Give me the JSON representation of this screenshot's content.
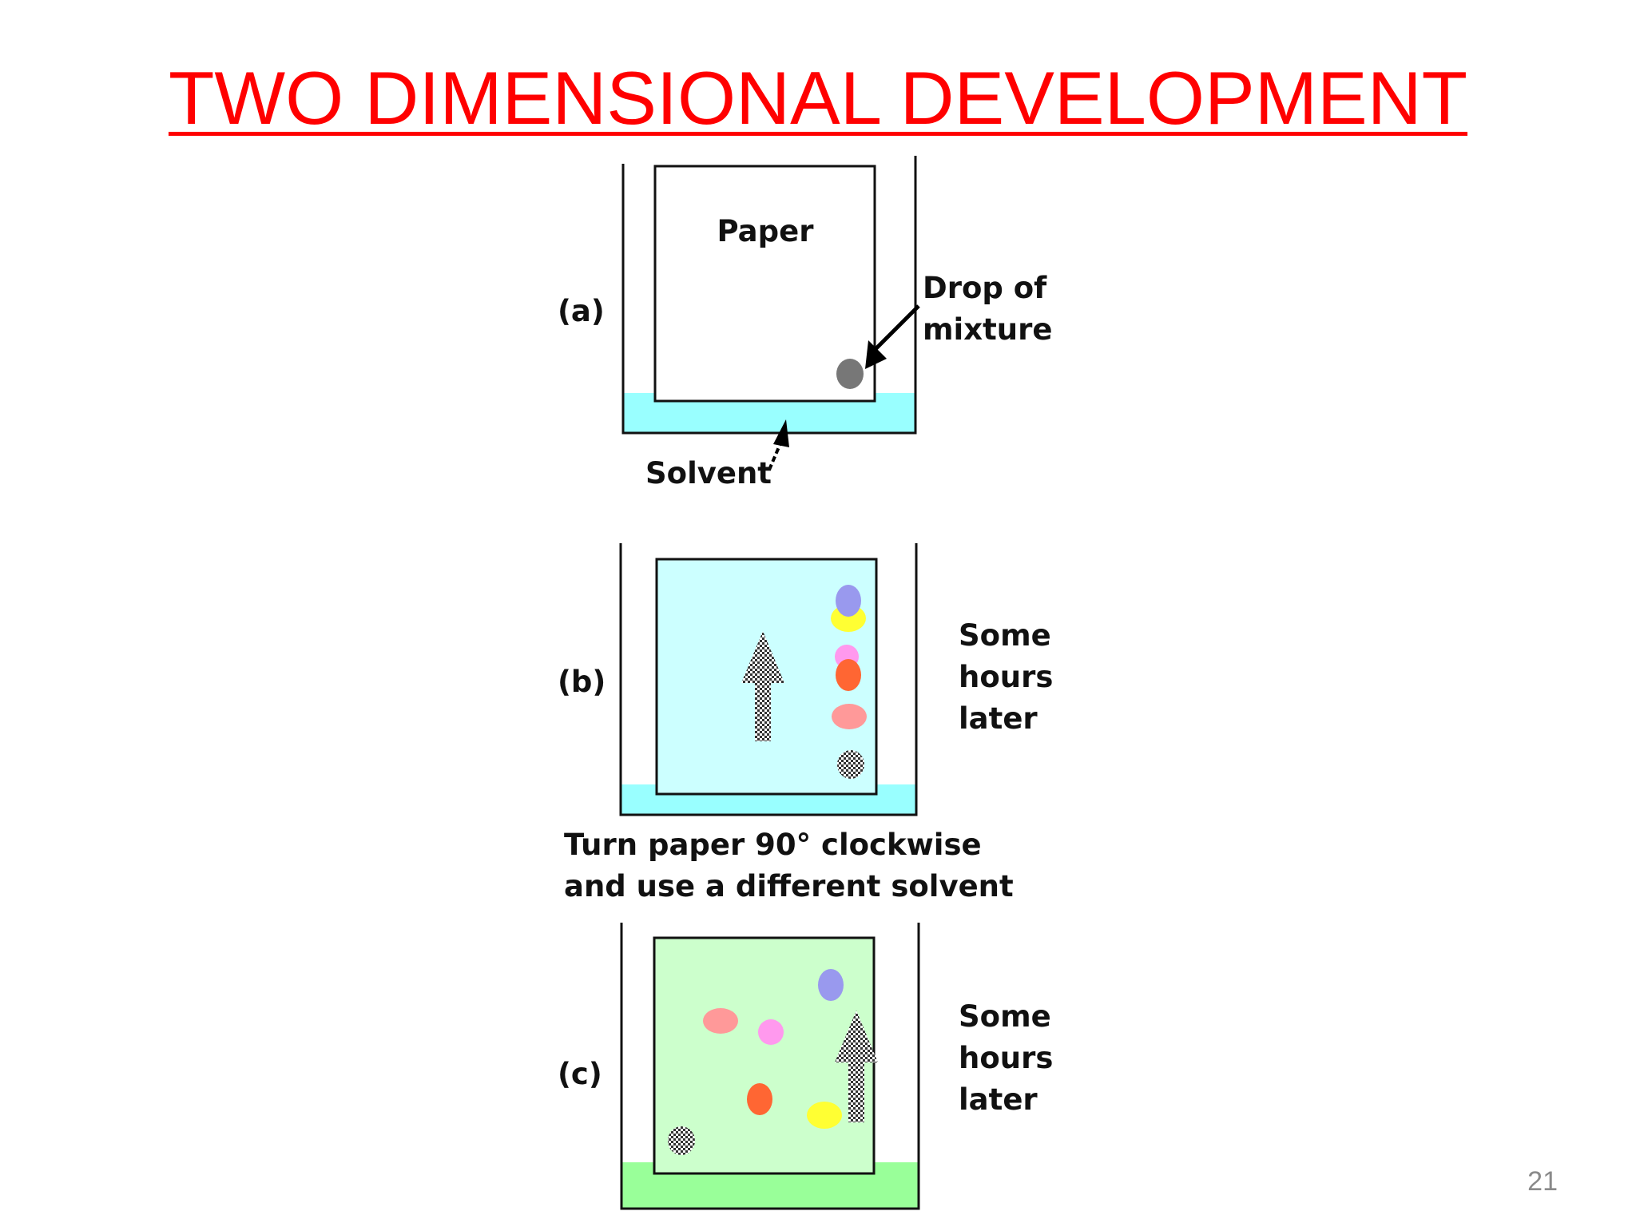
{
  "slide": {
    "title": "TWO DIMENSIONAL DEVELOPMENT",
    "page_number": "21"
  },
  "panel_a": {
    "label": "(a)",
    "paper_label": "Paper",
    "drop_label_line1": "Drop of",
    "drop_label_line2": "mixture",
    "solvent_label": "Solvent"
  },
  "panel_b": {
    "label": "(b)",
    "note_line1": "Some",
    "note_line2": "hours",
    "note_line3": "later"
  },
  "instruction": {
    "line1": "Turn paper 90° clockwise",
    "line2": "and use a different solvent"
  },
  "panel_c": {
    "label": "(c)",
    "note_line1": "Some",
    "note_line2": "hours",
    "note_line3": "later"
  },
  "colors": {
    "title": "#ff0000",
    "solvent_1": "#99ffff",
    "paper_wet_1": "#ccffff",
    "solvent_2": "#99ff99",
    "paper_wet_2": "#ccffcc",
    "spot_blue": "#9999ee",
    "spot_yellow": "#ffff33",
    "spot_pink": "#ff99ee",
    "spot_orange": "#ff6633",
    "spot_salmon": "#ff9999",
    "spot_mixture": "#777777"
  }
}
